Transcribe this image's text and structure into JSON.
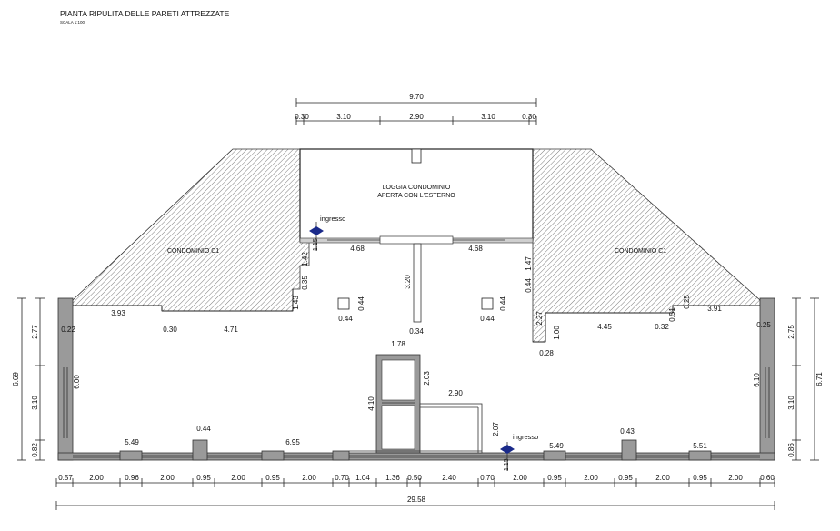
{
  "header": {
    "title": "PIANTA  RIPULITA  DELLE  PARETI  ATTREZZATE",
    "scale": "SCALA 1:100"
  },
  "labels": {
    "loggia_line1": "LOGGIA CONDOMINIO",
    "loggia_line2": "APERTA CON L'ESTERNO",
    "condominio_left": "CONDOMINIO C1",
    "condominio_right": "CONDOMINIO C1",
    "ingresso_top": "ingresso",
    "ingresso_bottom": "ingresso"
  },
  "top_dims": {
    "overall": "9.70",
    "parts": [
      "0.30",
      "3.10",
      "2.90",
      "3.10",
      "0.30"
    ]
  },
  "interior_dims": {
    "d_468_left": "4.68",
    "d_468_right": "4.68",
    "d_142": "1.42",
    "d_035": "0.35",
    "d_143": "1.43",
    "d_320": "3.20",
    "d_147": "1.47",
    "d_044_v": "0.44",
    "d_044_sq_left_v": "0.44",
    "d_044_sq_left_h": "0.44",
    "d_044_sq_right_v": "0.44",
    "d_044_sq_right_h": "0.44",
    "d_034": "0.34",
    "d_393": "3.93",
    "d_022": "0.22",
    "d_030": "0.30",
    "d_471": "4.71",
    "d_227": "2.27",
    "d_100": "1.00",
    "d_028": "0.28",
    "d_445": "4.45",
    "d_032": "0.32",
    "d_051": "0.51",
    "d_025_v": "0.25",
    "d_391": "3.91",
    "d_025": "0.25",
    "d_178": "1.78",
    "d_203": "2.03",
    "d_410": "4.10",
    "d_290": "2.90",
    "d_207": "2.07",
    "d_600": "6.00",
    "d_610": "6.10",
    "d_549_left": "5.49",
    "d_044_pier": "0.44",
    "d_695": "6.95",
    "d_549_right": "5.49",
    "d_043_pier": "0.43",
    "d_551": "5.51",
    "step_left": "1.15",
    "step_right": "1.15"
  },
  "left_dims": {
    "overall": "6.69",
    "parts": [
      "2.77",
      "3.10",
      "0.82"
    ]
  },
  "right_dims": {
    "overall": "6.71",
    "parts": [
      "2.75",
      "3.10",
      "0.86"
    ]
  },
  "bottom_dims": {
    "parts": [
      "0.57",
      "2.00",
      "0.96",
      "2.00",
      "0.95",
      "2.00",
      "0.95",
      "2.00",
      "0.70",
      "1.04",
      "1.36",
      "0.50",
      "2.40",
      "0.70",
      "2.00",
      "0.95",
      "2.00",
      "0.95",
      "2.00",
      "0.95",
      "2.00",
      "0.60"
    ],
    "overall": "29.58"
  }
}
